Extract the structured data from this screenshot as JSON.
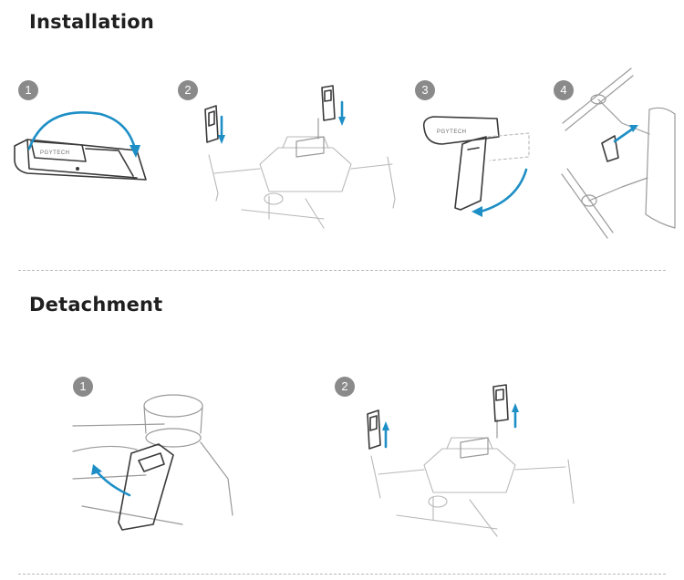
{
  "installation": {
    "title": "Installation",
    "steps": [
      "1",
      "2",
      "3",
      "4"
    ]
  },
  "detachment": {
    "title": "Detachment",
    "steps": [
      "1",
      "2"
    ]
  },
  "product": {
    "brand_label": "PGYTECH"
  },
  "colors": {
    "arrow": "#1e8fc6",
    "badge": "#8a8a8a",
    "divider": "#b8b8b8"
  },
  "icons": {
    "direction": "arrow-icon"
  }
}
